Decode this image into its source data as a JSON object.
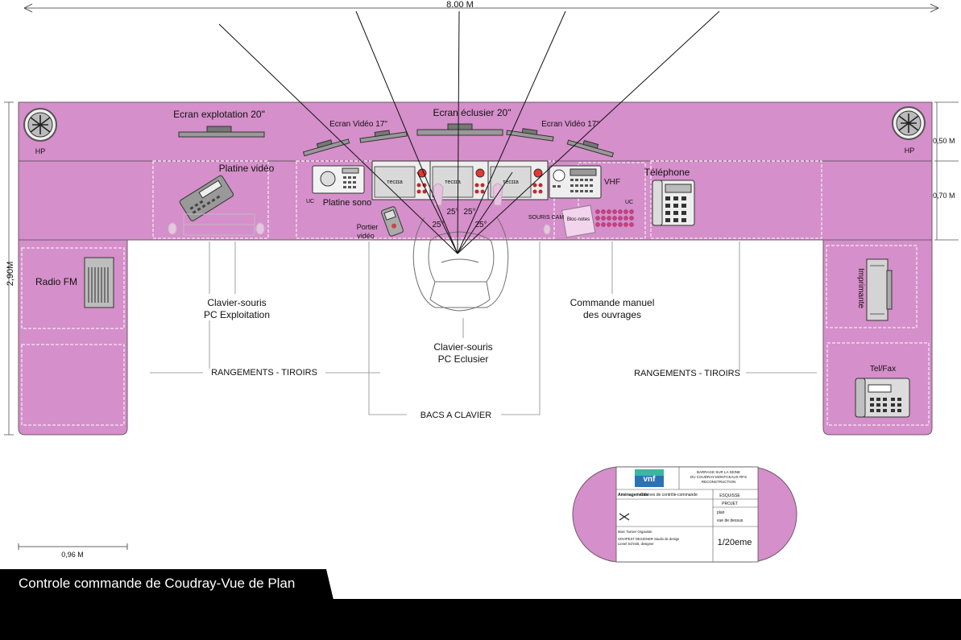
{
  "dimensions": {
    "width_total": "8.00 M",
    "depth_total": "2,90M",
    "depth_screen_band": "0,50 M",
    "depth_work_band": "0,70 M",
    "scale_bar": "0,96 M"
  },
  "screens": {
    "exploitation": "Ecran explotation 20\"",
    "eclusier": "Ecran éclusier 20\"",
    "video_left": "Ecran Vidéo 17\"",
    "video_right": "Ecran Vidéo 17\""
  },
  "speakers": {
    "left": "HP",
    "right": "HP"
  },
  "equipment": {
    "platine_video": "Platine vidéo",
    "platine_sono": "Platine sono",
    "uc_left": "UC",
    "uc_right": "UC",
    "portier_video": [
      "Portier",
      "vidéo"
    ],
    "vhf": "VHF",
    "telephone": "Téléphone",
    "souris_cam": "SOURIS CAM",
    "bloc_notes": "Bloc-notes",
    "radio_fm": "Radio FM",
    "imprimante": "Imprimante",
    "tel_fax": "Tel/Fax",
    "monitor_brand": "ᴛecɪɪa"
  },
  "angles": [
    "25°",
    "25°",
    "25°",
    "25°"
  ],
  "annotations": {
    "clavier_exploitation": [
      "Clavier-souris",
      "PC Exploitation"
    ],
    "clavier_eclusier": [
      "Clavier-souris",
      "PC Eclusier"
    ],
    "commande_manuel": [
      "Commande manuel",
      "des ouvrages"
    ],
    "rangements_left": "RANGEMENTS - TIROIRS",
    "rangements_right": "RANGEMENTS - TIROIRS",
    "bacs_clavier": "BACS A CLAVIER"
  },
  "cartouche": {
    "project_lines": [
      "BARRAGE SUR LA SEINE",
      "DU COUDRAY-MONTCEAUX RFS",
      "RECONSTRUCTION"
    ],
    "amenagement_label": "Aménagements",
    "amenagement_value": "Cabines de contrôle-commande",
    "status": [
      "ESQUISSE",
      "PROJET"
    ],
    "view": [
      "plan",
      "vue de dessus"
    ],
    "designer_lines": [
      "Marc Tarnier Organiste",
      "SOVIPEST DESIGNER Studio de design",
      "Lionel Schmitt, designer"
    ],
    "scale": "1/20eme",
    "logo_text": "vnf"
  },
  "caption": "Controle commande de Coudray-Vue de Plan",
  "colors": {
    "desk": "#d58fca",
    "desk_stroke": "#6d5a6a",
    "caption_bg": "#000000"
  }
}
